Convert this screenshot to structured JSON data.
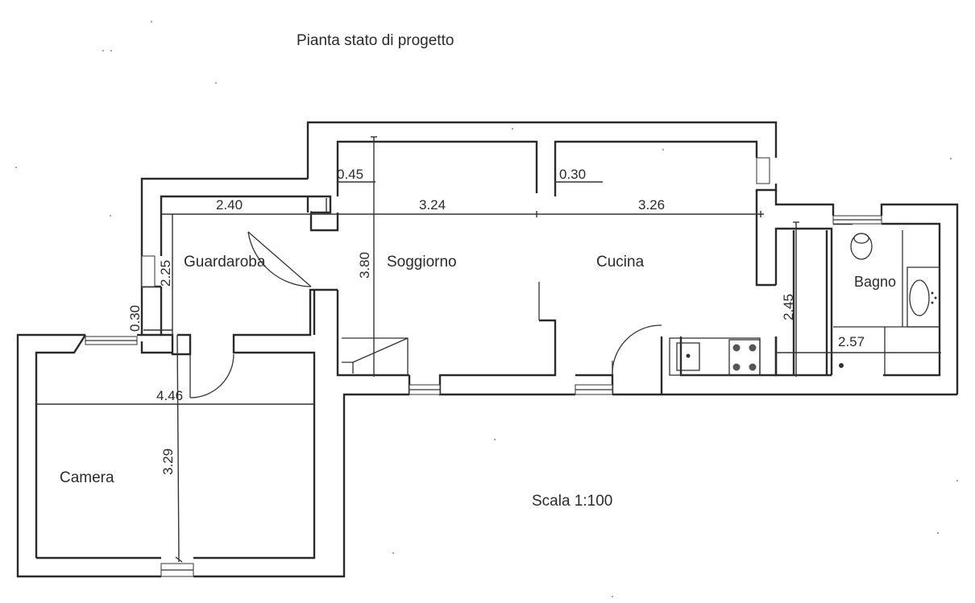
{
  "title": "Pianta stato di  progetto",
  "scale": "Scala 1:100",
  "rooms": {
    "guardaroba": "Guardaroba",
    "soggiorno": "Soggiorno",
    "cucina": "Cucina",
    "bagno": "Bagno",
    "camera": "Camera"
  },
  "dimensions": {
    "d_045": "0.45",
    "d_030_top": "0.30",
    "d_240": "2.40",
    "d_324": "3.24",
    "d_326": "3.26",
    "d_225": "2.25",
    "d_380": "3.80",
    "d_030_left": "0.30",
    "d_245": "2.45",
    "d_257": "2.57",
    "d_446": "4.46",
    "d_329": "3.29"
  }
}
